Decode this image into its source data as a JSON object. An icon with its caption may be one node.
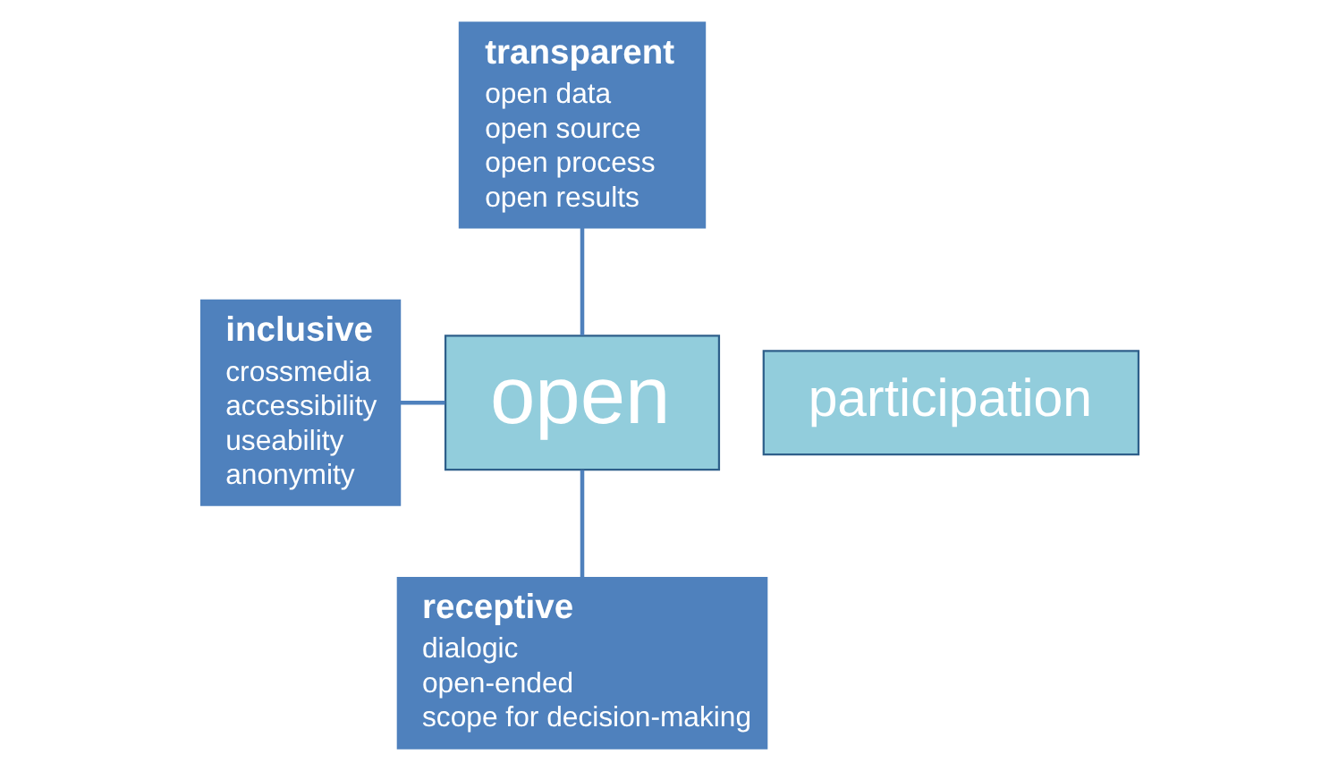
{
  "diagram": {
    "nodes": [
      {
        "text": [
          "transparent",
          "open data",
          "open source",
          "open process",
          "open results"
        ]
      },
      {
        "text": [
          "inclusive",
          "crossmedia",
          "accessibility",
          "useability",
          "anonymity"
        ]
      },
      {
        "text": [
          "open"
        ]
      },
      {
        "text": [
          "participation"
        ]
      },
      {
        "text": [
          "receptive",
          "dialogic",
          "open-ended",
          "scope for decision-making"
        ]
      }
    ],
    "edges": [
      {
        "from": 0,
        "to": 2,
        "arrow": "none"
      },
      {
        "from": 1,
        "to": 2,
        "arrow": "none"
      },
      {
        "from": 4,
        "to": 2,
        "arrow": "none"
      }
    ]
  }
}
